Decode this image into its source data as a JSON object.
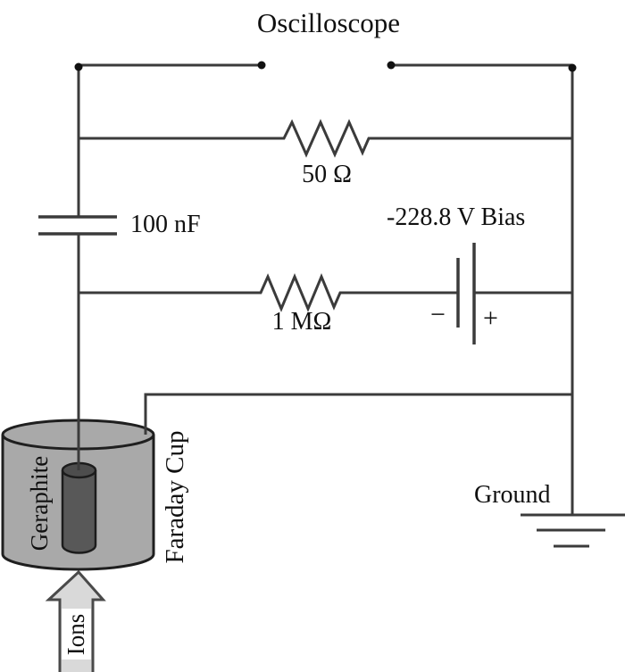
{
  "diagram": {
    "type": "circuit-schematic",
    "labels": {
      "oscilloscope": "Oscilloscope",
      "resistor_top": "50 Ω",
      "capacitor": "100 nF",
      "bias": "-228.8 V Bias",
      "resistor_mid": "1 MΩ",
      "battery_minus": "−",
      "battery_plus": "+",
      "ground": "Ground",
      "graphite": "Geraphite",
      "faraday_cup": "Faraday Cup",
      "ions": "Ions"
    },
    "colors": {
      "background": "#ffffff",
      "wire": "#3b3b3b",
      "text": "#101010",
      "cup_fill": "#a9a9a9",
      "graphite_fill": "#585858",
      "graphite_top_fill": "#4d4d4d",
      "arrow_fill": "#d9d9d9"
    }
  }
}
